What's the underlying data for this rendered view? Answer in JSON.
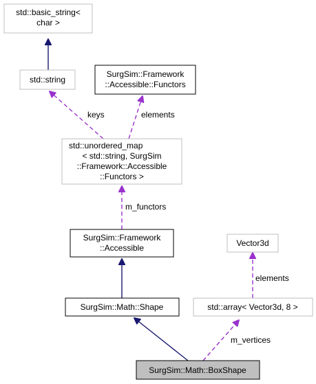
{
  "nodes": {
    "basic_string": {
      "lines": [
        "std::basic_string<",
        "char >"
      ],
      "style": "grey"
    },
    "std_string": {
      "lines": [
        "std::string"
      ],
      "style": "grey"
    },
    "functors": {
      "lines": [
        "SurgSim::Framework",
        "::Accessible::Functors"
      ],
      "style": "black"
    },
    "unordered_map": {
      "lines": [
        "std::unordered_map",
        "< std::string, SurgSim",
        "::Framework::Accessible",
        "::Functors >"
      ],
      "style": "grey"
    },
    "accessible": {
      "lines": [
        "SurgSim::Framework",
        "::Accessible"
      ],
      "style": "black"
    },
    "vector3d": {
      "lines": [
        "Vector3d"
      ],
      "style": "grey"
    },
    "shape": {
      "lines": [
        "SurgSim::Math::Shape"
      ],
      "style": "black"
    },
    "array": {
      "lines": [
        "std::array< Vector3d, 8 >"
      ],
      "style": "grey"
    },
    "boxshape": {
      "lines": [
        "SurgSim::Math::BoxShape"
      ],
      "style": "highlight"
    }
  },
  "edges": {
    "keys": "keys",
    "elements_functors": "elements",
    "m_functors": "m_functors",
    "elements_vector": "elements",
    "m_vertices": "m_vertices"
  },
  "colors": {
    "inheritance": "#191970",
    "usage": "#9a32cd",
    "grey_border": "#bfbfbf",
    "black_border": "#000000",
    "highlight_fill": "#bfbfbf",
    "text": "#000000"
  }
}
